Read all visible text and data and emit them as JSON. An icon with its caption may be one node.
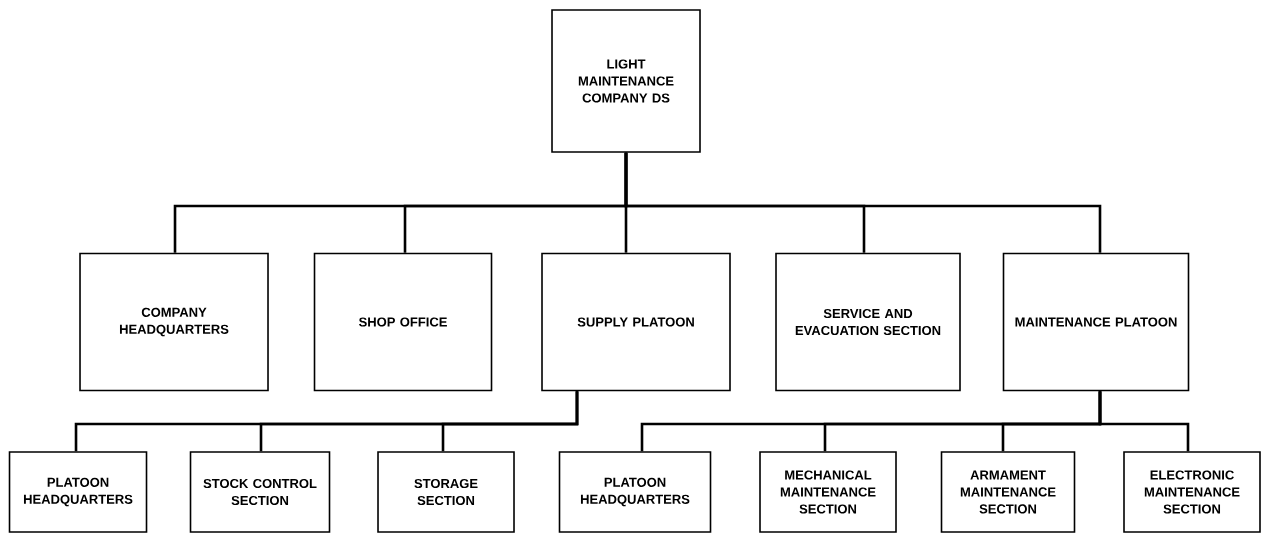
{
  "diagram": {
    "nodes": [
      {
        "text": [
          "LIGHT MAINTENANCE COMPANY DS"
        ]
      },
      {
        "text": [
          "COMPANY HEADQUARTERS"
        ]
      },
      {
        "text": [
          "SHOP OFFICE"
        ]
      },
      {
        "text": [
          "SUPPLY PLATOON"
        ]
      },
      {
        "text": [
          "SERVICE AND EVACUATION SECTION"
        ]
      },
      {
        "text": [
          "MAINTENANCE PLATOON"
        ]
      },
      {
        "text": [
          "PLATOON HEADQUARTERS"
        ]
      },
      {
        "text": [
          "STOCK CONTROL SECTION"
        ]
      },
      {
        "text": [
          "STORAGE SECTION"
        ]
      },
      {
        "text": [
          "PLATOON HEADQUARTERS"
        ]
      },
      {
        "text": [
          "MECHANICAL MAINTENANCE SECTION"
        ]
      },
      {
        "text": [
          "ARMAMENT MAINTENANCE SECTION"
        ]
      },
      {
        "text": [
          "ELECTRONIC MAINTENANCE SECTION"
        ]
      }
    ],
    "edges": [
      {
        "from": 0,
        "to": 1,
        "arrow": "none"
      },
      {
        "from": 0,
        "to": 2,
        "arrow": "none"
      },
      {
        "from": 0,
        "to": 3,
        "arrow": "none"
      },
      {
        "from": 0,
        "to": 4,
        "arrow": "none"
      },
      {
        "from": 0,
        "to": 5,
        "arrow": "none"
      },
      {
        "from": 3,
        "to": 6,
        "arrow": "none"
      },
      {
        "from": 3,
        "to": 7,
        "arrow": "none"
      },
      {
        "from": 3,
        "to": 8,
        "arrow": "none"
      },
      {
        "from": 5,
        "to": 9,
        "arrow": "none"
      },
      {
        "from": 5,
        "to": 10,
        "arrow": "none"
      },
      {
        "from": 5,
        "to": 11,
        "arrow": "none"
      },
      {
        "from": 5,
        "to": 12,
        "arrow": "none"
      }
    ]
  }
}
